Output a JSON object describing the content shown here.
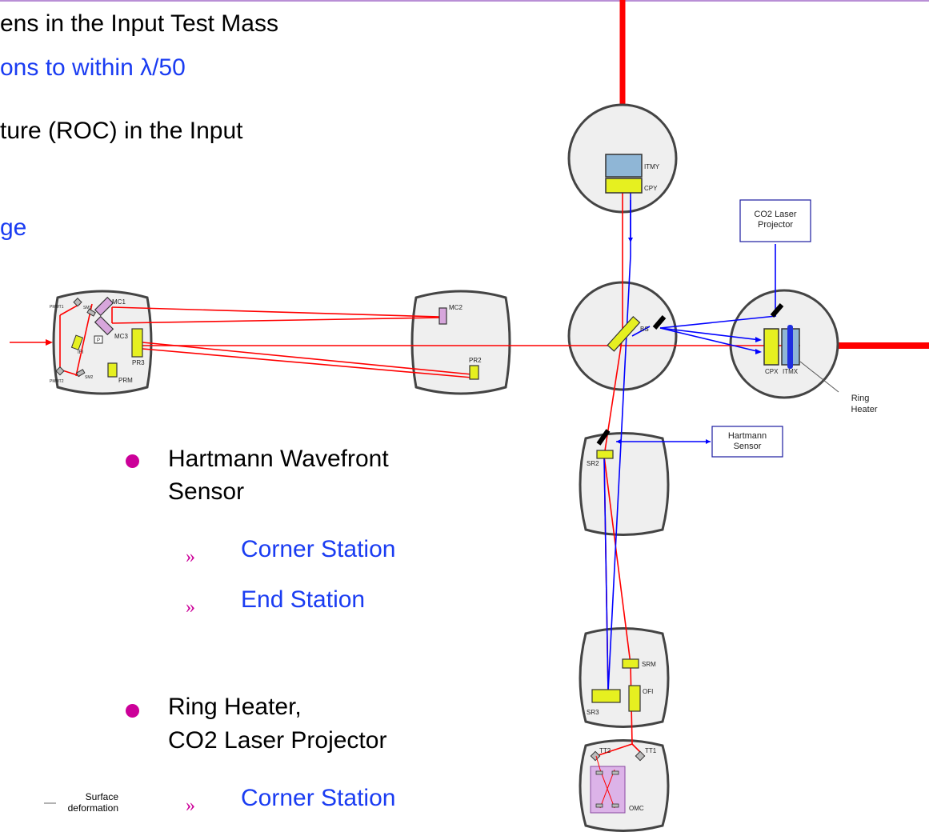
{
  "slide": {
    "line1": "ens in the Input Test Mass",
    "line2": "ons to within λ/50",
    "line3": "ture (ROC) in the Input",
    "line4": "ge",
    "bullet1": {
      "line1": "Hartmann Wavefront",
      "line2": "Sensor"
    },
    "bullet1_sub1": "Corner Station",
    "bullet1_sub2": "End Station",
    "bullet2": {
      "line1": "Ring Heater,",
      "line2": "CO2 Laser Projector"
    },
    "bullet2_sub1": "Corner Station",
    "surface_label": {
      "line1": "Surface",
      "line2": "deformation"
    },
    "sub_marker": "»"
  },
  "colors": {
    "beam_red": "#ff0000",
    "beam_blue": "#0000ff",
    "optic_yellow": "#e6f020",
    "optic_purple": "#d7a6dc",
    "chamber_fill": "#efefef",
    "text_blue": "#1a3cf2",
    "bullet_magenta": "#cc0099"
  },
  "diagram": {
    "labels": {
      "itmy": "ITMY",
      "cpy": "CPY",
      "co2_line1": "CO2 Laser",
      "co2_line2": "Projector",
      "bs": "BS",
      "cpx": "CPX",
      "itmx": "ITMX",
      "ring_line1": "Ring",
      "ring_line2": "Heater",
      "hart_line1": "Hartmann",
      "hart_line2": "Sensor",
      "mc1": "MC1",
      "mc2": "MC2",
      "mc3": "MC3",
      "pr2": "PR2",
      "pr3": "PR3",
      "prm": "PRM",
      "pmmt1": "PMMT1",
      "pmmt2": "PMMT2",
      "sm1": "SM1",
      "sm2": "SM2",
      "ifi": "IFI",
      "p": "P",
      "sr2": "SR2",
      "sr3": "SR3",
      "srm": "SRM",
      "ofi": "OFI",
      "tt1": "TT1",
      "tt2": "TT2",
      "omc": "OMC"
    }
  }
}
